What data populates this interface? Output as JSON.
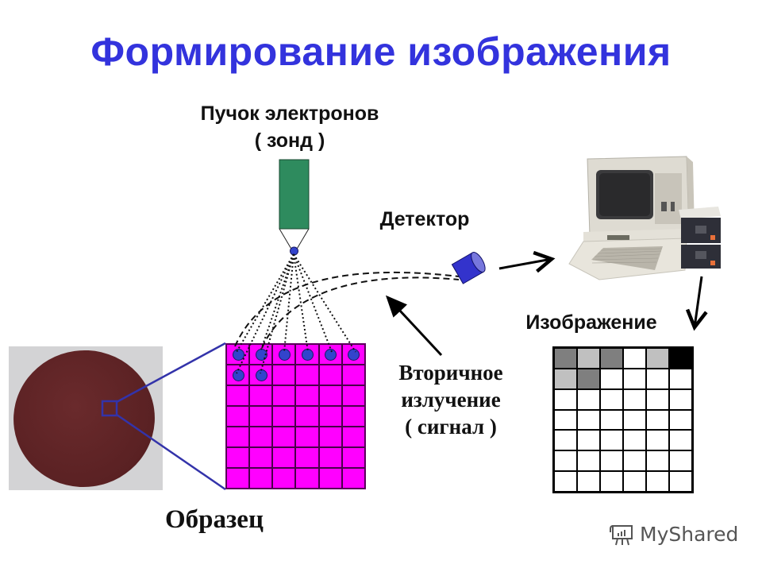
{
  "title": "Формирование изображения",
  "labels": {
    "beam_line1": "Пучок электронов",
    "beam_line2": "( зонд )",
    "detector": "Детектор",
    "image": "Изображение",
    "signal_line1": "Вторичное",
    "signal_line2": "излучение",
    "signal_line3": "( сигнал )",
    "sample": "Образец"
  },
  "colors": {
    "title": "#3333dd",
    "probe_column": "#2e8b5e",
    "probe_tip": "#3344cc",
    "sample_grid": "#ff00ff",
    "electron_dot": "#3344cc",
    "detector": "#3333cc",
    "zoom_lines": "#3333aa",
    "sample_disc": "#5a2123"
  },
  "sample_grid": {
    "rows": 7,
    "cols": 6,
    "dots": [
      [
        0,
        0
      ],
      [
        0,
        1
      ],
      [
        0,
        2
      ],
      [
        0,
        3
      ],
      [
        0,
        4
      ],
      [
        0,
        5
      ],
      [
        1,
        0
      ],
      [
        1,
        1
      ]
    ]
  },
  "image_grid": {
    "rows": 7,
    "cols": 6,
    "shaded_cells": [
      {
        "row": 0,
        "col": 0,
        "color": "#7f7f7f"
      },
      {
        "row": 0,
        "col": 1,
        "color": "#c0c0c0"
      },
      {
        "row": 0,
        "col": 2,
        "color": "#7f7f7f"
      },
      {
        "row": 0,
        "col": 3,
        "color": "#ffffff"
      },
      {
        "row": 0,
        "col": 4,
        "color": "#c0c0c0"
      },
      {
        "row": 0,
        "col": 5,
        "color": "#000000"
      },
      {
        "row": 1,
        "col": 0,
        "color": "#c0c0c0"
      },
      {
        "row": 1,
        "col": 1,
        "color": "#7f7f7f"
      }
    ]
  },
  "icons": {
    "computer": "computer-icon",
    "detector": "detector-cylinder-icon",
    "watermark_logo": "presentation-board-icon"
  },
  "watermark": "MyShared"
}
